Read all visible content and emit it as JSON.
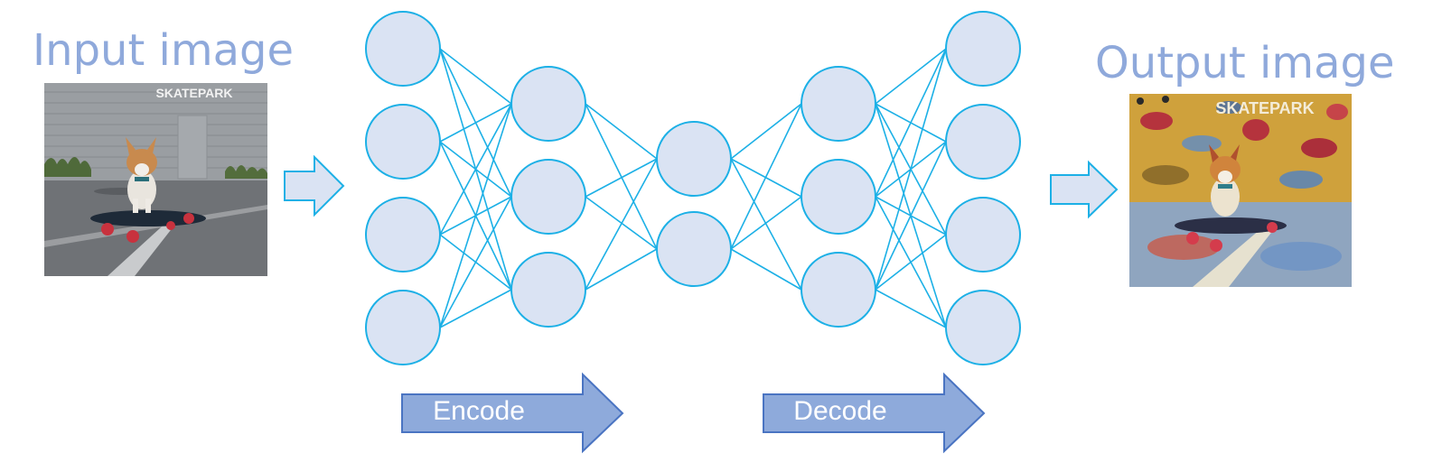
{
  "labels": {
    "input": "Input image",
    "output": "Output image"
  },
  "arrows": {
    "encode": "Encode",
    "decode": "Decode"
  },
  "photos": {
    "input_sign": "SKATEPARK",
    "output_sign": "SKATEPARK"
  },
  "network": {
    "layer_sizes": [
      4,
      3,
      2,
      3,
      4
    ],
    "node_fill": "#dae3f3",
    "node_stroke": "#1cb0e6",
    "edge_color": "#1cb0e6"
  },
  "colors": {
    "label_text": "#8fa9db",
    "arrow_fill": "#8eaadb",
    "arrow_stroke": "#4a74c2",
    "small_arrow_fill": "#dae3f3",
    "small_arrow_stroke": "#1cb0e6"
  }
}
